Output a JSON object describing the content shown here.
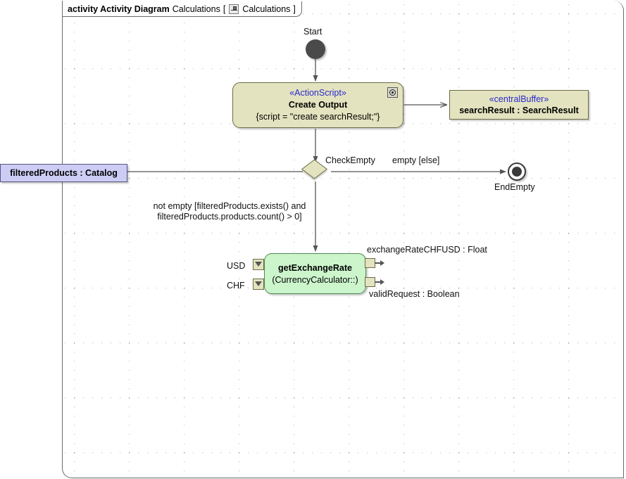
{
  "frame": {
    "keyword": "activity Activity Diagram",
    "name": "Calculations",
    "bracket_open": "[",
    "icon": "diagram-icon",
    "tab_name": "Calculations",
    "bracket_close": "]"
  },
  "nodes": {
    "start": {
      "label": "Start",
      "type": "initial-node"
    },
    "create_output": {
      "stereotype": "«ActionScript»",
      "name": "Create Output",
      "body": "{script = \"create searchResult;\"}",
      "icon": "script-icon",
      "color": "#E3E3BF"
    },
    "central_buffer": {
      "stereotype": "«centralBuffer»",
      "name": "searchResult : SearchResult",
      "color": "#E3E3BF"
    },
    "filtered_products": {
      "name": "filteredProducts : Catalog",
      "color": "#CCCCF5"
    },
    "decision": {
      "label": "CheckEmpty",
      "type": "decision-node",
      "color": "#E3E3BF"
    },
    "end_empty": {
      "label": "EndEmpty",
      "type": "activity-final-node"
    },
    "get_exchange_rate": {
      "name": "getExchangeRate",
      "body": "(CurrencyCalculator::)",
      "color": "#CCF5CC",
      "input_pins": [
        {
          "label": "USD"
        },
        {
          "label": "CHF"
        }
      ],
      "output_pins": [
        {
          "label": "exchangeRateCHFUSD : Float"
        },
        {
          "label": "validRequest : Boolean"
        }
      ]
    }
  },
  "edges": {
    "guard_empty": "empty [else]",
    "guard_not_empty_line1": "not empty [filteredProducts.exists() and",
    "guard_not_empty_line2": "filteredProducts.products.count() > 0]"
  },
  "colors": {
    "accent_stereotype": "#2A2AD0",
    "node_beige": "#E3E3BF",
    "node_green": "#CCF5CC",
    "node_lavender": "#CCCCF5",
    "line": "#555555"
  }
}
